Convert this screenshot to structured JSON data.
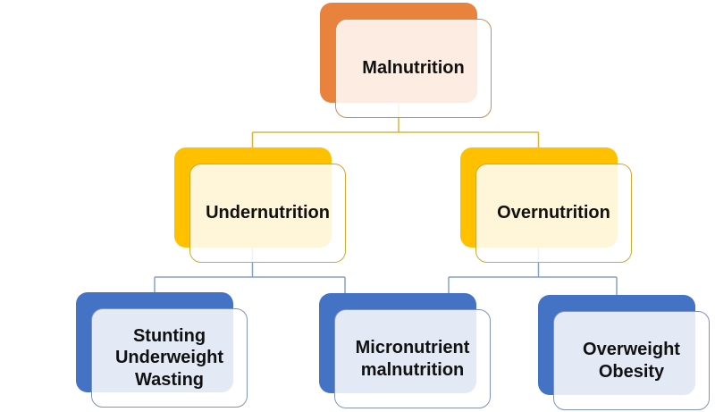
{
  "diagram": {
    "type": "hierarchy",
    "topic": "Malnutrition classification",
    "nodes": [
      {
        "id": "malnutrition",
        "level": 1,
        "theme": "orange",
        "lines": [
          "Malnutrition"
        ]
      },
      {
        "id": "undernutrition",
        "level": 2,
        "theme": "gold",
        "lines": [
          "Undernutrition"
        ]
      },
      {
        "id": "overnutrition",
        "level": 2,
        "theme": "gold",
        "lines": [
          "Overnutrition"
        ]
      },
      {
        "id": "stunting-underweight-wasting",
        "level": 3,
        "theme": "blue",
        "lines": [
          "Stunting",
          "Underweight",
          "Wasting"
        ]
      },
      {
        "id": "micronutrient-malnutrition",
        "level": 3,
        "theme": "blue",
        "lines": [
          "Micronutrient",
          "malnutrition"
        ]
      },
      {
        "id": "overweight-obesity",
        "level": 3,
        "theme": "blue",
        "lines": [
          "Overweight",
          "Obesity"
        ]
      }
    ],
    "edges": [
      {
        "from": "malnutrition",
        "to": "undernutrition"
      },
      {
        "from": "malnutrition",
        "to": "overnutrition"
      },
      {
        "from": "undernutrition",
        "to": "stunting-underweight-wasting"
      },
      {
        "from": "undernutrition",
        "to": "micronutrient-malnutrition"
      },
      {
        "from": "overnutrition",
        "to": "micronutrient-malnutrition"
      },
      {
        "from": "overnutrition",
        "to": "overweight-obesity"
      }
    ]
  },
  "colors": {
    "background": "#FFFFFF",
    "text": "#111111",
    "node-orange": "#E8823C",
    "node-gold": "#FFC000",
    "node-blue": "#4472C4",
    "border-orange": "#C78F5E",
    "border-gold": "#D9A62B",
    "border-blue": "#8093B8",
    "connector-gold": "#E2B33C",
    "connector-blue": "#87A2C8"
  }
}
